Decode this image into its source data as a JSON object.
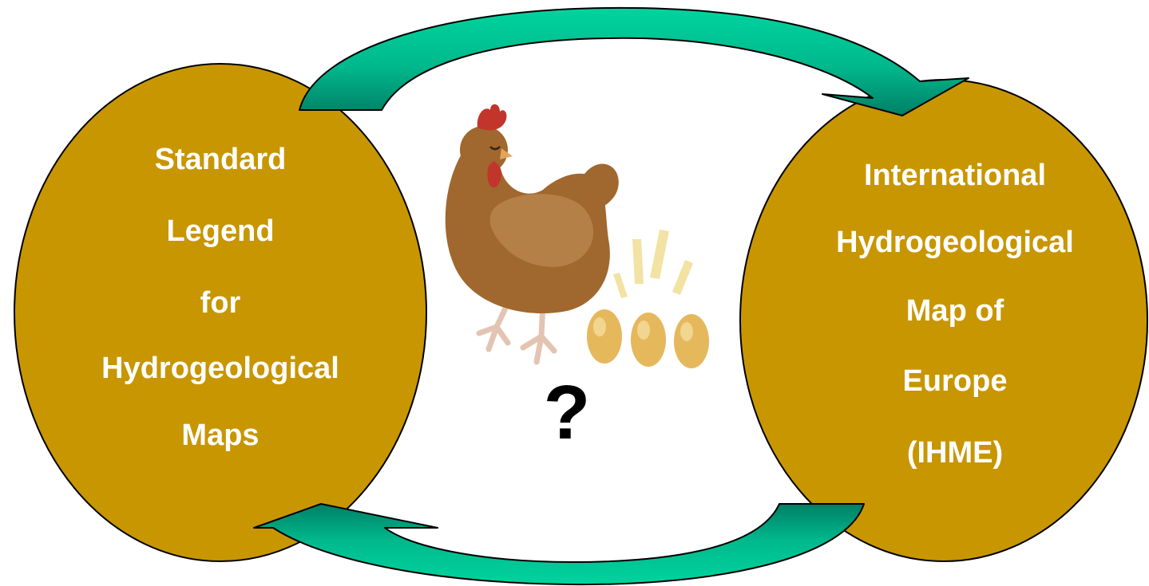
{
  "left_oval": {
    "lines": [
      "Standard",
      "Legend",
      "for",
      "Hydrogeological",
      "Maps"
    ]
  },
  "right_oval": {
    "lines": [
      "International",
      "Hydrogeological",
      "Map of",
      "Europe",
      "(IHME)"
    ]
  },
  "center": {
    "question": "?",
    "illustration": "hen-with-golden-eggs"
  },
  "colors": {
    "oval_fill": "#C89600",
    "oval_stroke": "#000000",
    "arrow_fill": "#00C896",
    "arrow_shade": "#008C6E",
    "text": "#FFFFFF"
  },
  "icons": [
    "hen-icon",
    "golden-egg-icon",
    "curved-arrow-top",
    "curved-arrow-bottom"
  ]
}
